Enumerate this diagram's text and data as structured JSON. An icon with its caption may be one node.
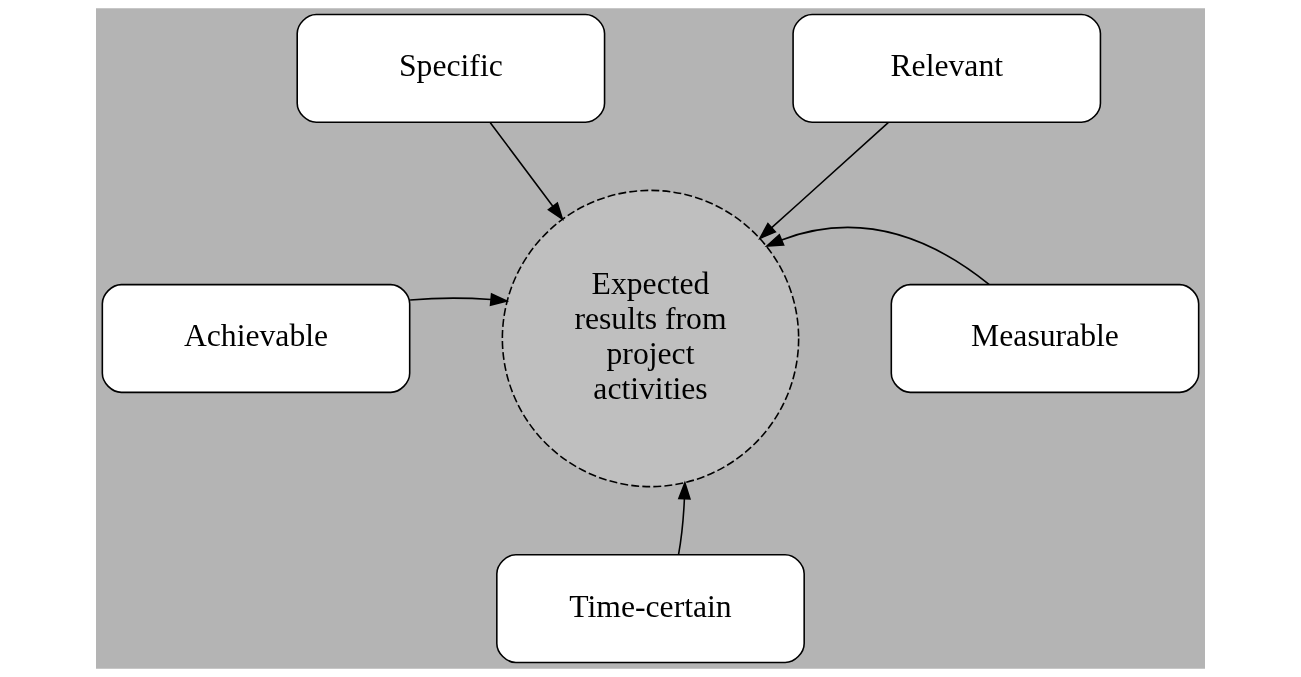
{
  "diagram": {
    "nodes": [
      {
        "text": [
          "Specific"
        ]
      },
      {
        "text": [
          "Relevant"
        ]
      },
      {
        "text": [
          "Expected results from project activities"
        ]
      },
      {
        "text": [
          "Achievable"
        ]
      },
      {
        "text": [
          "Measurable"
        ]
      },
      {
        "text": [
          "Time-certain"
        ]
      }
    ],
    "edges": [
      {
        "from": 0,
        "to": 2,
        "arrow": "to"
      },
      {
        "from": 1,
        "to": 2,
        "arrow": "to"
      },
      {
        "from": 3,
        "to": 2,
        "arrow": "to"
      },
      {
        "from": 4,
        "to": 2,
        "arrow": "to"
      },
      {
        "from": 5,
        "to": 2,
        "arrow": "to"
      }
    ]
  }
}
